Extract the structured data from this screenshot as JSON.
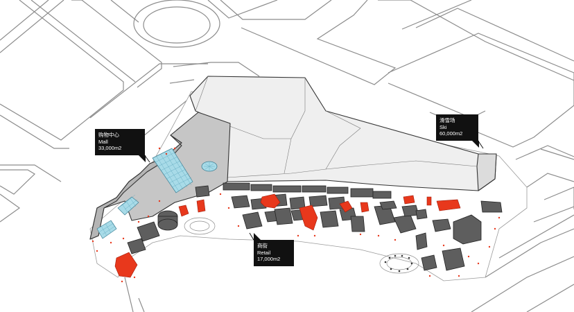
{
  "callouts": {
    "mall": {
      "name_cn": "购物中心",
      "name_en": "Mall",
      "area": "33,000m2"
    },
    "ski": {
      "name_cn": "滑雪场",
      "name_en": "Ski",
      "area": "60,000m2"
    },
    "retail": {
      "name_cn": "商街",
      "name_en": "Retail",
      "area": "17,000m2"
    }
  },
  "colors": {
    "roads": "#9a9a9a",
    "ski_volume": "#e8e8e8",
    "mall_volume": "#c9c9c9",
    "glass_roof": "#a8dbe8",
    "buildings_dark": "#5a5a5a",
    "sculpture_accent": "#e8381c",
    "label_bg": "#111111",
    "label_text": "#ffffff"
  }
}
